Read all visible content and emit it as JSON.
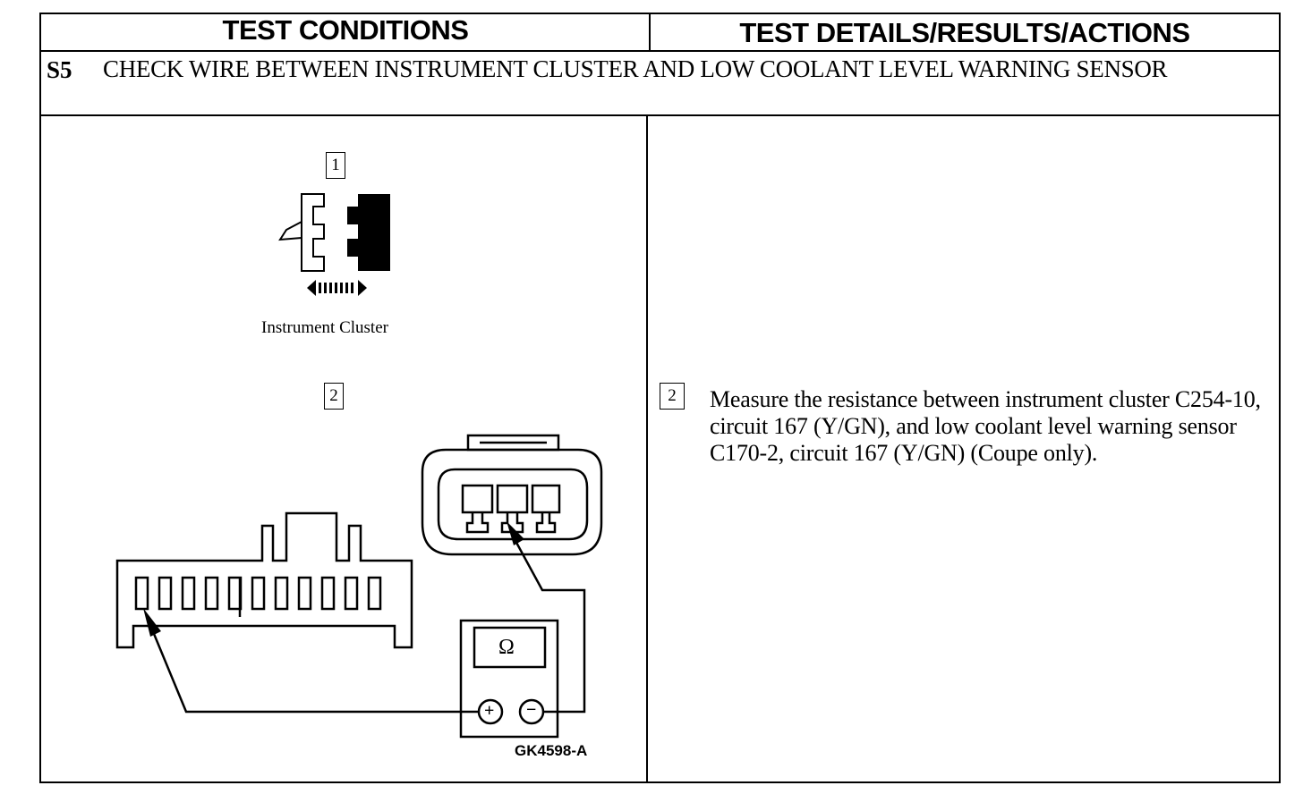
{
  "header": {
    "col_left": "TEST CONDITIONS",
    "col_right": "TEST DETAILS/RESULTS/ACTIONS"
  },
  "step": {
    "id": "S5",
    "title": "CHECK WIRE BETWEEN INSTRUMENT CLUSTER AND LOW COOLANT LEVEL WARNING SENSOR"
  },
  "figure": {
    "callout_1": "1",
    "caption_1": "Instrument Cluster",
    "callout_2": "2",
    "meter_symbol": "Ω",
    "plus_symbol": "+",
    "minus_symbol": "−",
    "figure_id": "GK4598-A"
  },
  "details": {
    "callout": "2",
    "text": "Measure the resistance between instrument cluster C254-10, circuit 167 (Y/GN), and low coolant level warning sensor C170-2, circuit 167 (Y/GN) (Coupe only)."
  }
}
